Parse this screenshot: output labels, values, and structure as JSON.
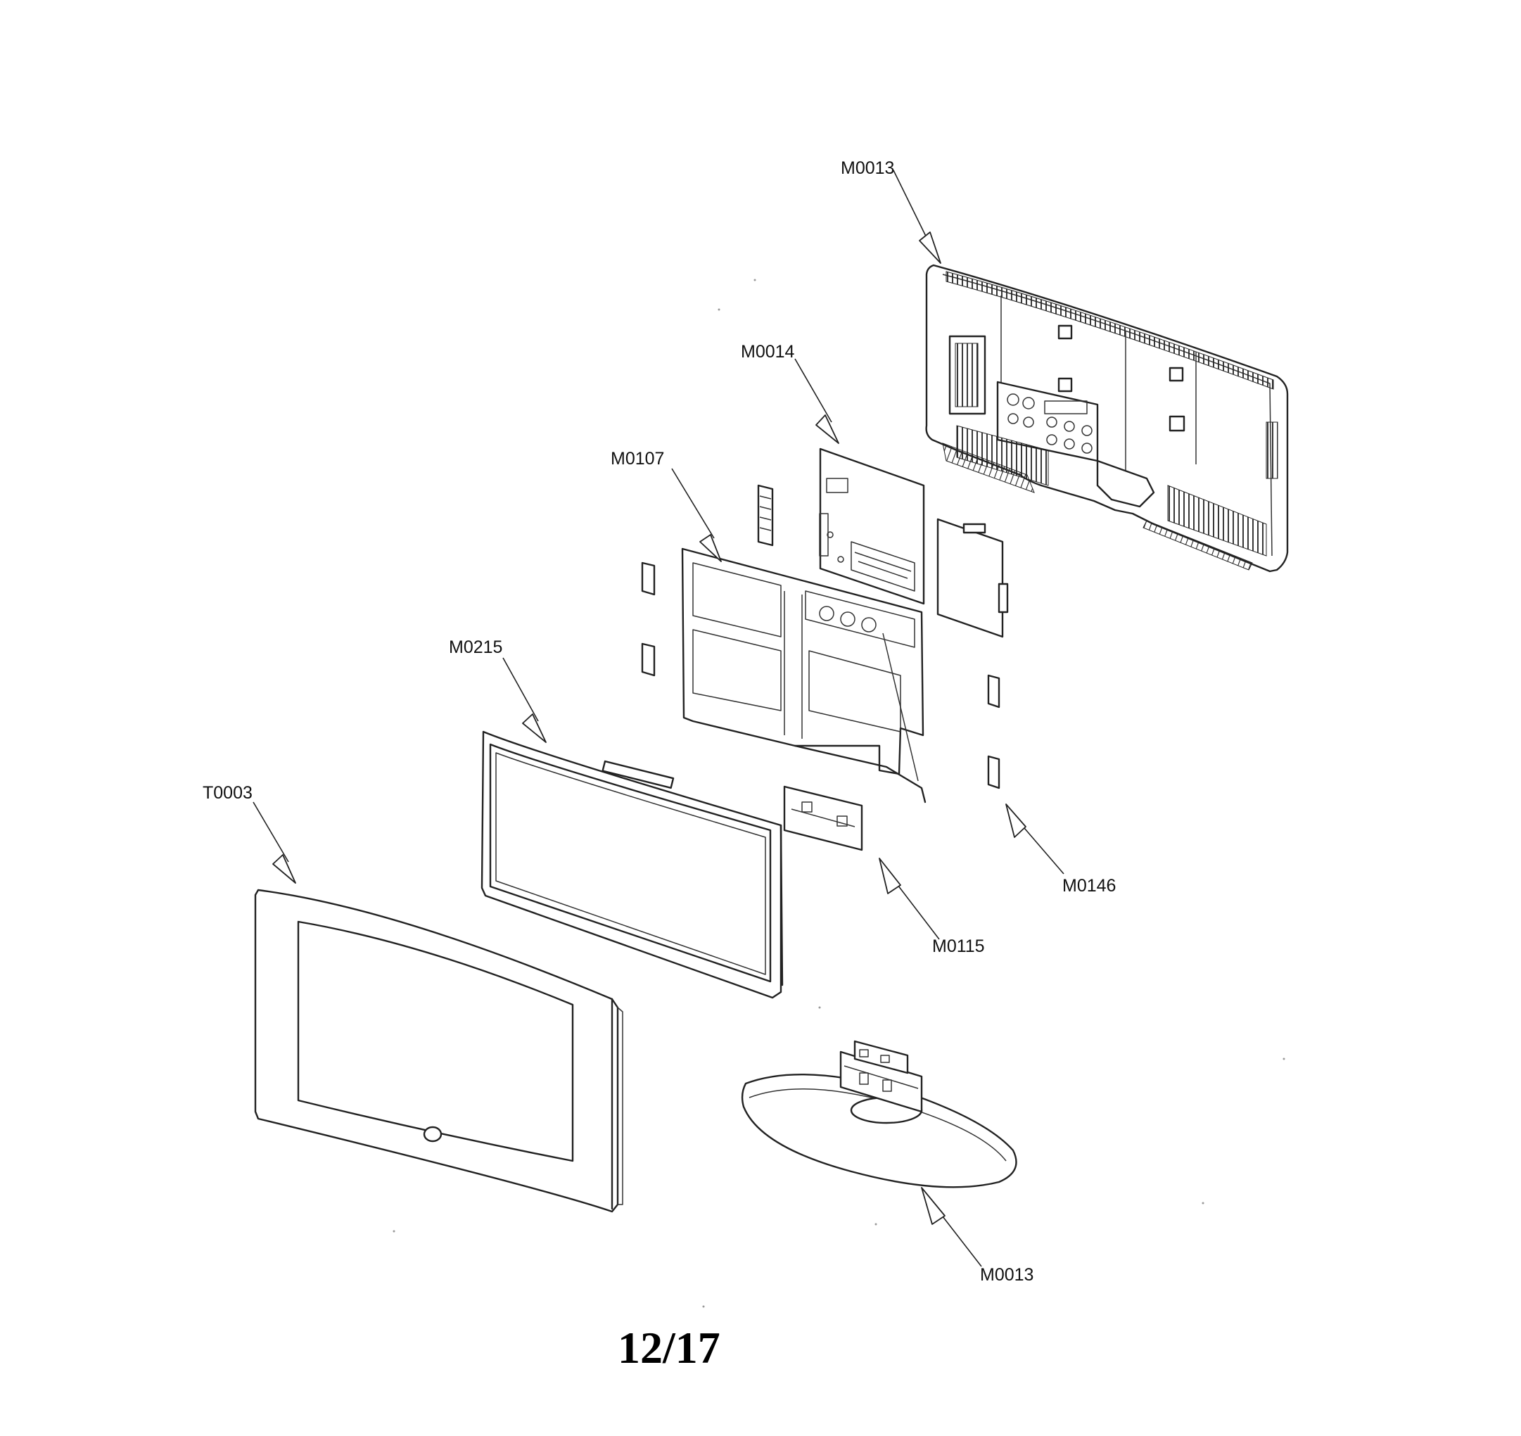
{
  "labels": {
    "m0013_top": "M0013",
    "m0014": "M0014",
    "m0107": "M0107",
    "m0215": "M0215",
    "t0003": "T0003",
    "m0146": "M0146",
    "m0115": "M0115",
    "m0013_bottom": "M0013"
  },
  "page_number": "12/17"
}
